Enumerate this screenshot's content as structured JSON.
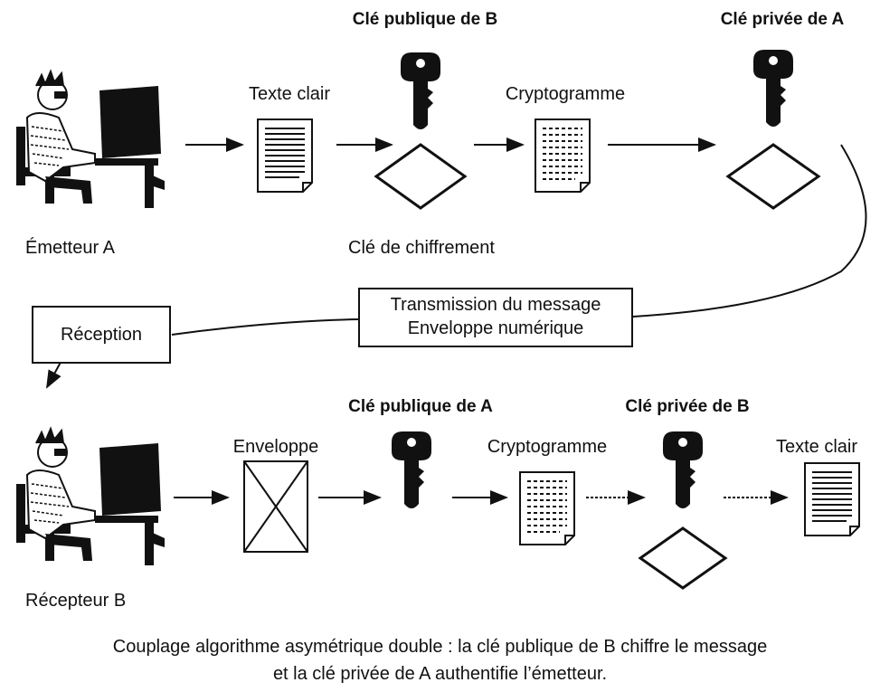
{
  "top": {
    "sender_label": "Émetteur A",
    "plaintext_label": "Texte clair",
    "key1_title": "Clé publique de B",
    "cipher_label": "Cryptogramme",
    "key2_title": "Clé privée de A",
    "encryption_key_label": "Clé de chiffrement"
  },
  "transmission": {
    "line1": "Transmission du message",
    "line2": "Enveloppe numérique"
  },
  "reception_label": "Réception",
  "bottom": {
    "receiver_label": "Récepteur B",
    "envelope_label": "Enveloppe",
    "key1_title": "Clé publique de A",
    "cipher_label": "Cryptogramme",
    "key2_title": "Clé privée de B",
    "plaintext_label": "Texte clair"
  },
  "caption": {
    "line1": "Couplage algorithme asymétrique double : la clé publique de B chiffre le message",
    "line2": "et la clé privée de A authentifie l’émetteur."
  },
  "icons": [
    "person-at-computer-icon",
    "document-icon",
    "key-icon",
    "diamond-icon",
    "cipher-document-icon",
    "envelope-icon",
    "arrow-icon"
  ],
  "colors": {
    "ink": "#111111",
    "background": "#ffffff"
  }
}
